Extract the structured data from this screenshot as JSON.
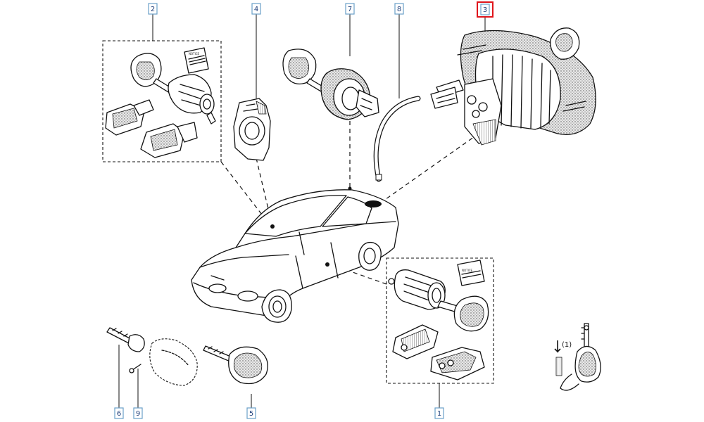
{
  "callouts": [
    {
      "id": "c2",
      "label": "2",
      "highlighted": false
    },
    {
      "id": "c4",
      "label": "4",
      "highlighted": false
    },
    {
      "id": "c7",
      "label": "7",
      "highlighted": false
    },
    {
      "id": "c8",
      "label": "8",
      "highlighted": false
    },
    {
      "id": "c3",
      "label": "3",
      "highlighted": true
    },
    {
      "id": "c6",
      "label": "6",
      "highlighted": false
    },
    {
      "id": "c9",
      "label": "9",
      "highlighted": false
    },
    {
      "id": "c5",
      "label": "5",
      "highlighted": false
    },
    {
      "id": "c1",
      "label": "1",
      "highlighted": false
    }
  ],
  "booklet_text": "NOTICE",
  "footnote_label": "(1)",
  "colors": {
    "callout_border": "#6aa0c8",
    "callout_text": "#1f3f7a",
    "highlight": "#e0151b",
    "ink": "#111111",
    "stipple": "#c9c9c9"
  }
}
